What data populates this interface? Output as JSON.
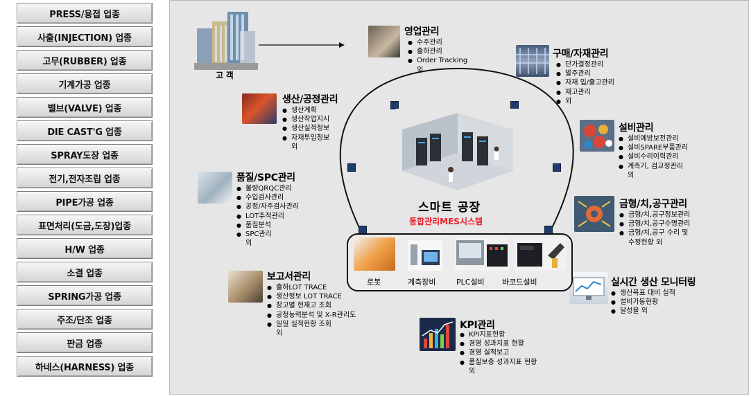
{
  "sidebar": {
    "items": [
      {
        "label": "PRESS/용접 업종"
      },
      {
        "label": "사출(INJECTION) 업종"
      },
      {
        "label": "고무(RUBBER) 업종"
      },
      {
        "label": "기계가공 업종"
      },
      {
        "label": "밸브(VALVE) 업종"
      },
      {
        "label": "DIE CAST'G 업종"
      },
      {
        "label": "SPRAY도장 업종"
      },
      {
        "label": "전기,전자조립 업종"
      },
      {
        "label": "PIPE가공 업종"
      },
      {
        "label": "표면처리(도금,도장)업종"
      },
      {
        "label": "H/W 업종"
      },
      {
        "label": "소결 업종"
      },
      {
        "label": "SPRING가공 업종"
      },
      {
        "label": "주조/단조 업종"
      },
      {
        "label": "판금 업종"
      },
      {
        "label": "하네스(HARNESS) 업종"
      }
    ]
  },
  "customer": {
    "label": "고  객"
  },
  "center": {
    "title": "스마트 공장",
    "subtitle": "통합관리MES시스템"
  },
  "equipment": [
    "로봇",
    "계측장비",
    "PLC설비",
    "바코드설비"
  ],
  "modules": {
    "sales": {
      "title": "영업관리",
      "items": [
        "수주관리",
        "출하관리",
        "Order Tracking"
      ],
      "etc": "외"
    },
    "purchase": {
      "title": "구매/자재관리",
      "items": [
        "단가결정관리",
        "발주관리",
        "자재 입/출고관리",
        "재고관리",
        "외"
      ]
    },
    "production": {
      "title": "생산/공정관리",
      "items": [
        "생산계획",
        "생산작업지시",
        "생산실적정보",
        "자재투입정보"
      ],
      "etc": "외"
    },
    "facility": {
      "title": "설비관리",
      "items": [
        "설비예방보전관리",
        "설비SPARE부품관리",
        "설비수리이력관리",
        "계측기, 검교정관리"
      ],
      "etc": "외"
    },
    "quality": {
      "title": "품질/SPC관리",
      "items": [
        "불량QRQC관리",
        "수입검사관리",
        "공정/자주검사관리",
        "LOT추적관리",
        "품질분석",
        "SPC관리"
      ],
      "etc": "외"
    },
    "mold": {
      "title": "금형/치,공구관리",
      "items": [
        "금형/치,공구정보관리",
        "금형/치,공구수명관리",
        "금형/치,공구 수리 및"
      ],
      "etc": "수정현황  외"
    },
    "report": {
      "title": "보고서관리",
      "items": [
        "출하LOT TRACE",
        "생산정보 LOT TRACE",
        "창고별 현재고 조회",
        "공정능력분석 및 X-R관리도",
        "일일 실적현황 조회"
      ],
      "etc": "외"
    },
    "monitoring": {
      "title": "실시간 생산 모니터링",
      "items": [
        "생산목표 대비 실적",
        "설비가동현황",
        "달성율  외"
      ]
    },
    "kpi": {
      "title": "KPI관리",
      "items": [
        "KPI지표현황",
        "경영 성과지표 현황",
        "경영 실적보고",
        "품질보증 성과지표 현황"
      ],
      "etc": "외"
    }
  },
  "colors": {
    "node": "#1e3b6e",
    "subtitle": "#e8212b",
    "panel": "#e6e6e6"
  }
}
